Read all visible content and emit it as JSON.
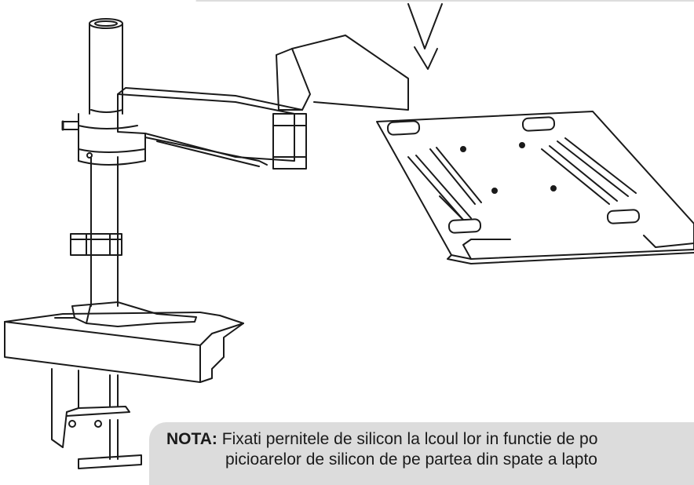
{
  "note": {
    "label": "NOTA:",
    "line1": "Fixati pernitele de silicon la lcoul lor in functie de po",
    "line2": "picioarelor de silicon de pe partea din spate a lapto"
  },
  "illustration": {
    "subject": "monitor-arm-with-laptop-tray",
    "arrow_direction": "down"
  }
}
